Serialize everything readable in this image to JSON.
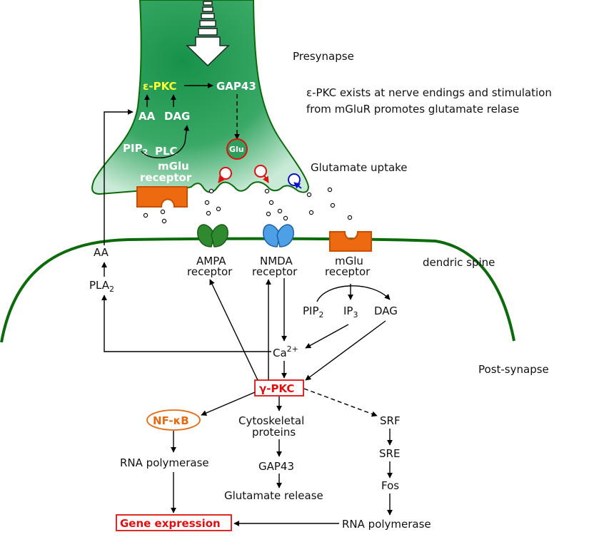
{
  "labels": {
    "presynapse": "Presynapse",
    "info_line1": "ε-PKC exists at nerve endings and stimulation",
    "info_line2": "from mGluR promotes glutamate relase",
    "glutamate_uptake": "Glutamate uptake",
    "dendric_spine": "dendric spine",
    "post_synapse": "Post-synapse",
    "e_pkc": "ε-PKC",
    "gap43_pre": "GAP43",
    "aa_pre": "AA",
    "dag_pre": "DAG",
    "pip2_pre": "PIP",
    "pip2_pre_sub": "2",
    "plc": "PLC",
    "mglu_pre_1": "mGlu",
    "mglu_pre_2": "receptor",
    "glu": "Glu",
    "aa_post": "AA",
    "pla2": "PLA",
    "pla2_sub": "2",
    "ampa_1": "AMPA",
    "ampa_2": "receptor",
    "nmda_1": "NMDA",
    "nmda_2": "receptor",
    "mglu_post_1": "mGlu",
    "mglu_post_2": "receptor",
    "pip2_post": "PIP",
    "pip2_post_sub": "2",
    "ip3": "IP",
    "ip3_sub": "3",
    "dag_post": "DAG",
    "ca": "Ca",
    "ca_sup": "2+",
    "g_pkc": "γ-PKC",
    "nfkb": "NF-κB",
    "cyto_1": "Cytoskeletal",
    "cyto_2": "proteins",
    "srf": "SRF",
    "rna_pol_left": "RNA polymerase",
    "gap43_post": "GAP43",
    "sre": "SRE",
    "fos": "Fos",
    "glu_release": "Glutamate release",
    "gene_expression": "Gene expression",
    "rna_pol_right": "RNA polymerase"
  },
  "colors": {
    "terminal": "#2e9e5a",
    "membrane": "#0b6b0b",
    "e_pkc": "#ffff33",
    "receptor_orange": "#ee6a10",
    "ampa": "#2f8a2f",
    "nmda": "#4d9fe6",
    "red": "#e01010",
    "blue_vesicle": "#1010cc",
    "nfkb": "#e86a10"
  }
}
